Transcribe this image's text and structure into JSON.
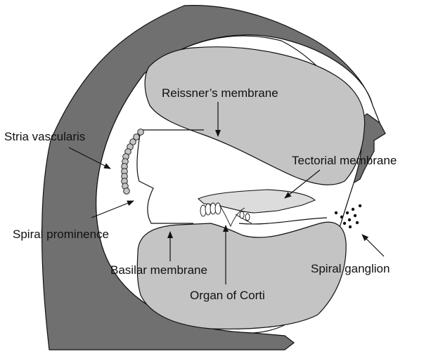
{
  "labels": {
    "reissners_membrane": "Reissner’s membrane",
    "stria_vascularis": "Stria vascularis",
    "tectorial_membrane": "Tectorial membrane",
    "spiral_prominence": "Spiral prominence",
    "basilar_membrane": "Basilar membrane",
    "spiral_ganglion": "Spiral ganglion",
    "organ_of_corti": "Organ of Corti"
  },
  "colors": {
    "bone": "#707070",
    "chamber": "#c4c4c4",
    "tectorial": "#dcdcdc",
    "outline": "#111111",
    "background": "#ffffff"
  }
}
